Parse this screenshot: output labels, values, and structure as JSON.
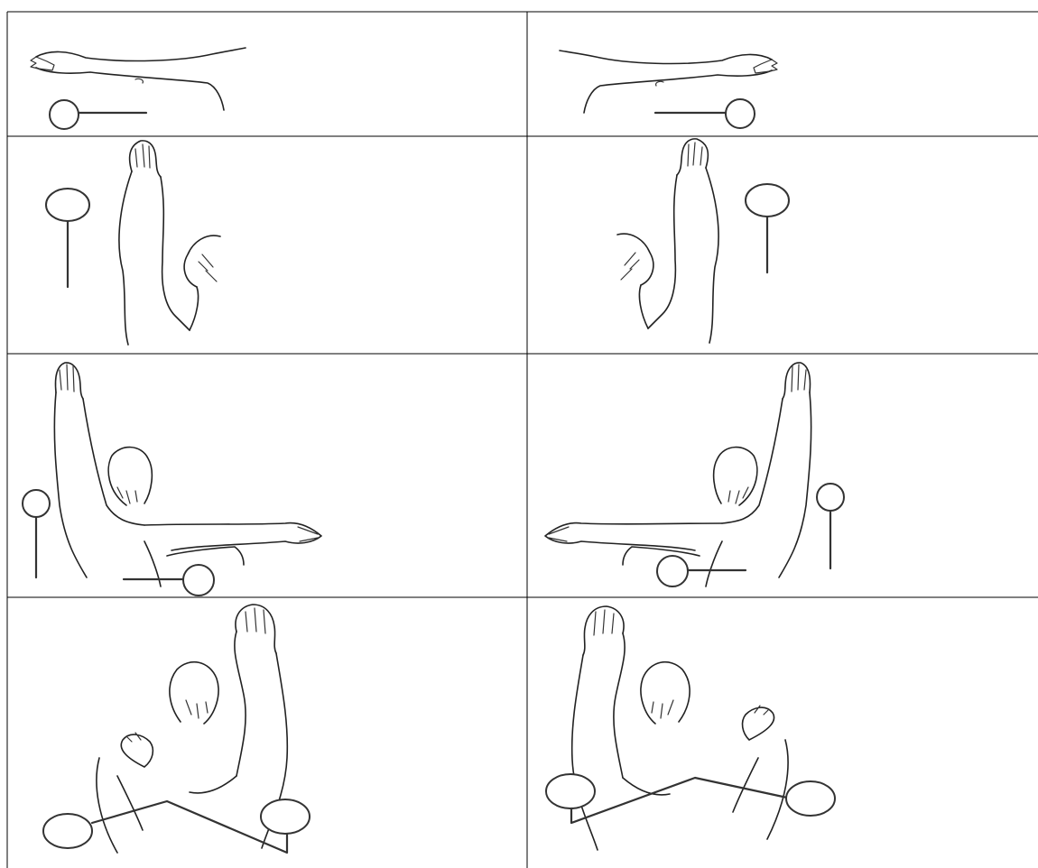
{
  "table": {
    "rows": [
      {
        "cells": [
          {
            "figure": "arm-horizontal-left-hand",
            "marker": "circle-left"
          },
          {
            "figure": "arm-horizontal-right-hand",
            "marker": "circle-right"
          }
        ]
      },
      {
        "cells": [
          {
            "figure": "arm-raised-head-right",
            "marker": "circle-top-left"
          },
          {
            "figure": "arm-raised-head-left",
            "marker": "circle-top-right"
          }
        ]
      },
      {
        "cells": [
          {
            "figure": "back-arm-up-arm-out-right",
            "marker": "two-circles"
          },
          {
            "figure": "back-arm-up-arm-out-left",
            "marker": "two-circles"
          }
        ]
      },
      {
        "cells": [
          {
            "figure": "back-arm-up-hand-on-shoulder-right",
            "marker": "two-circles-zigzag"
          },
          {
            "figure": "back-arm-up-hand-on-shoulder-left",
            "marker": "two-circles-zigzag"
          }
        ]
      }
    ]
  },
  "colors": {
    "line": "#222222",
    "border": "#000000",
    "background": "#ffffff"
  }
}
